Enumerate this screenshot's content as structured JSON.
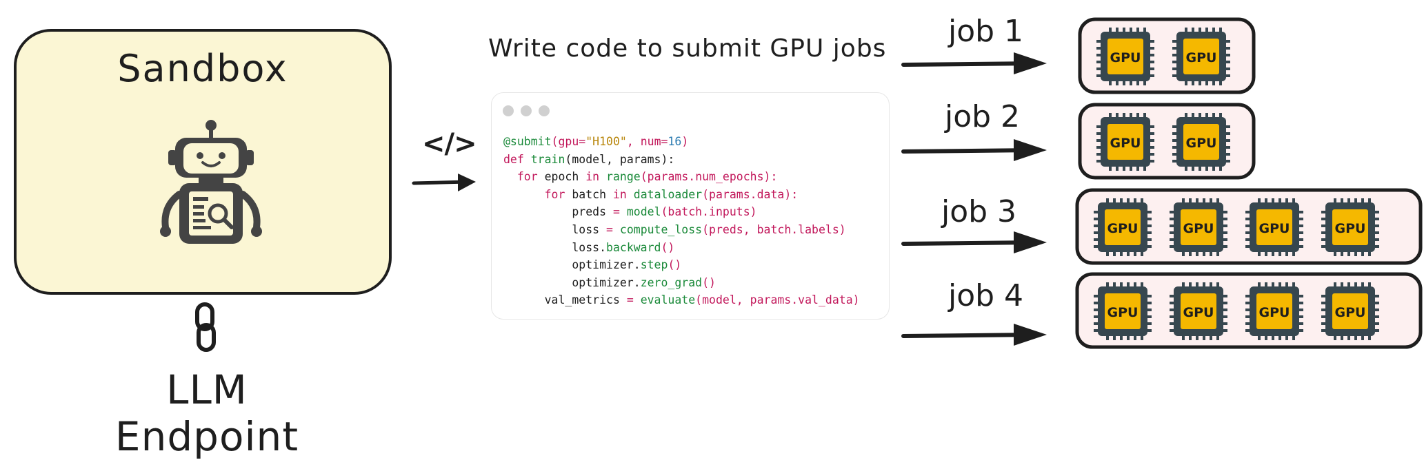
{
  "sandbox": {
    "title": "Sandbox",
    "fill": "#fbf6d4"
  },
  "llm_endpoint": {
    "label": "LLM Endpoint"
  },
  "code_icon": "</>",
  "code_caption": "Write code to submit GPU jobs",
  "code": {
    "lines": [
      [
        [
          "dec",
          "@submit"
        ],
        [
          "ar",
          "(gpu="
        ],
        [
          "str",
          "\"H100\""
        ],
        [
          "ar",
          ", num="
        ],
        [
          "num",
          "16"
        ],
        [
          "ar",
          ")"
        ]
      ],
      [
        [
          "kw",
          "def "
        ],
        [
          "fn",
          "train"
        ],
        [
          "pl",
          "(model, params):"
        ]
      ],
      [
        [
          "pl",
          "  "
        ],
        [
          "kw",
          "for"
        ],
        [
          "pl",
          " epoch "
        ],
        [
          "kw",
          "in"
        ],
        [
          "pl",
          " "
        ],
        [
          "fn",
          "range"
        ],
        [
          "ar",
          "(params.num_epochs):"
        ]
      ],
      [
        [
          "pl",
          "      "
        ],
        [
          "kw",
          "for"
        ],
        [
          "pl",
          " batch "
        ],
        [
          "kw",
          "in"
        ],
        [
          "pl",
          " "
        ],
        [
          "fn",
          "dataloader"
        ],
        [
          "ar",
          "(params.data):"
        ]
      ],
      [
        [
          "pl",
          "          preds "
        ],
        [
          "kw",
          "="
        ],
        [
          "pl",
          " "
        ],
        [
          "fn",
          "model"
        ],
        [
          "ar",
          "(batch.inputs)"
        ]
      ],
      [
        [
          "pl",
          "          loss "
        ],
        [
          "kw",
          "="
        ],
        [
          "pl",
          " "
        ],
        [
          "fn",
          "compute_loss"
        ],
        [
          "ar",
          "(preds, batch.labels)"
        ]
      ],
      [
        [
          "pl",
          "          loss."
        ],
        [
          "fn",
          "backward"
        ],
        [
          "ar",
          "()"
        ]
      ],
      [
        [
          "pl",
          "          optimizer."
        ],
        [
          "fn",
          "step"
        ],
        [
          "ar",
          "()"
        ]
      ],
      [
        [
          "pl",
          "          optimizer."
        ],
        [
          "fn",
          "zero_grad"
        ],
        [
          "ar",
          "()"
        ]
      ],
      [
        [
          "pl",
          "      val_metrics "
        ],
        [
          "kw",
          "="
        ],
        [
          "pl",
          " "
        ],
        [
          "fn",
          "evaluate"
        ],
        [
          "ar",
          "(model, params.val_data)"
        ]
      ]
    ]
  },
  "gpu_label": "GPU",
  "jobs": [
    {
      "label": "job 1",
      "gpus": 2
    },
    {
      "label": "job 2",
      "gpus": 2
    },
    {
      "label": "job 3",
      "gpus": 4
    },
    {
      "label": "job 4",
      "gpus": 4
    }
  ],
  "colors": {
    "gpu_chip": "#f5b800",
    "gpu_frame": "#37474f",
    "job_box": "#fdf0f0",
    "stroke": "#1e1e1e"
  }
}
